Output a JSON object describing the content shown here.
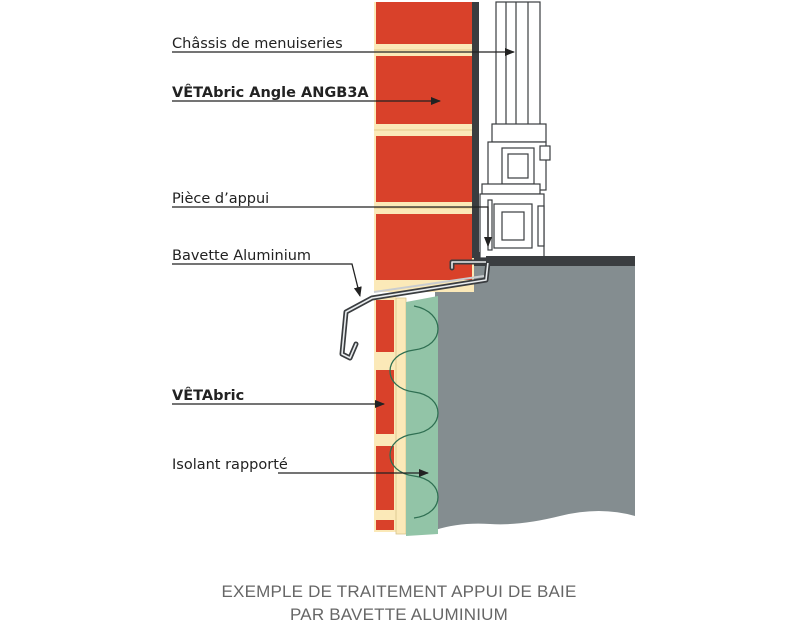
{
  "labels": {
    "chassis": "Châssis de menuiseries",
    "angle": "VÊTAbric Angle ANGB3A",
    "piece_appui": "Pièce d’appui",
    "bavette": "Bavette Aluminium",
    "vetabric": "VÊTAbric",
    "isolant": "Isolant rapporté"
  },
  "caption": {
    "line1": "EXEMPLE DE TRAITEMENT APPUI DE BAIE",
    "line2": "PAR BAVETTE ALUMINIUM"
  },
  "colors": {
    "brick": "#d9412a",
    "mortar": "#fbe9b8",
    "insulation": "#92c4a7",
    "concrete": "#848d90",
    "frame": "#3a3d40"
  }
}
